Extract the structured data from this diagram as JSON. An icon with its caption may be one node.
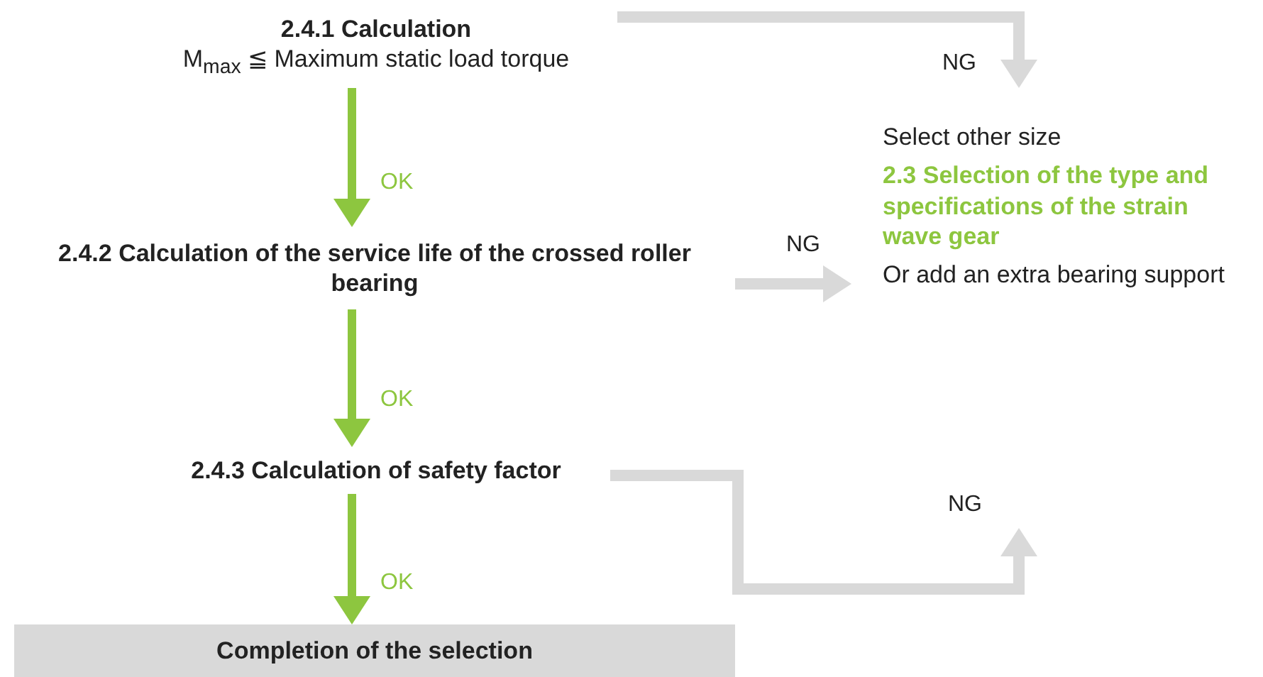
{
  "diagram": {
    "nodes": [
      {
        "text": [
          "2.4.1 Calculation",
          "M$_{max}$ ≦ Maximum static load torque"
        ]
      },
      {
        "text": [
          "2.4.2 Calculation of the service life of the crossed roller bearing"
        ]
      },
      {
        "text": [
          "2.4.3 Calculation of safety factor"
        ]
      },
      {
        "text": [
          "Completion of the selection"
        ]
      },
      {
        "text": [
          "Select other size",
          "2.3 Selection of the type and specifications of the strain wave gear",
          "Or add an extra bearing support"
        ]
      }
    ],
    "edges": [
      {
        "from": 0,
        "to": 1,
        "arrow": "to",
        "label": "OK",
        "color": "#8dc63f"
      },
      {
        "from": 1,
        "to": 2,
        "arrow": "to",
        "label": "OK",
        "color": "#8dc63f"
      },
      {
        "from": 2,
        "to": 3,
        "arrow": "to",
        "label": "OK",
        "color": "#8dc63f"
      },
      {
        "from": 0,
        "to": 4,
        "arrow": "to",
        "label": "NG",
        "color": "#d9d9d9"
      },
      {
        "from": 1,
        "to": 4,
        "arrow": "to",
        "label": "NG",
        "color": "#d9d9d9"
      },
      {
        "from": 2,
        "to": null,
        "arrow": "to",
        "label": "NG",
        "color": "#d9d9d9"
      }
    ]
  }
}
